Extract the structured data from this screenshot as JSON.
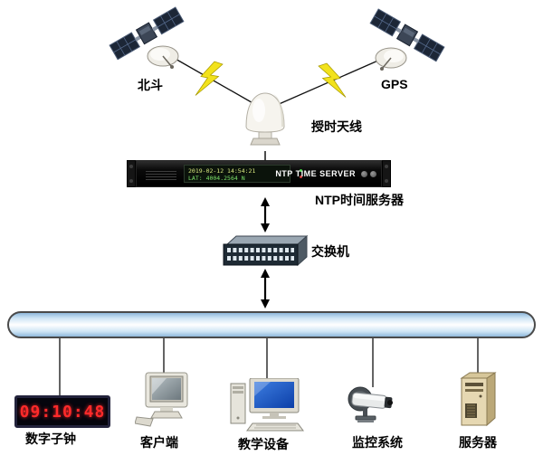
{
  "diagram": {
    "beidou": {
      "label": "北斗"
    },
    "gps": {
      "label": "GPS"
    },
    "antenna": {
      "label": "授时天线"
    },
    "ntp_server": {
      "label": "NTP时间服务器",
      "device_name": "NTP TIME SERVER",
      "display_line1": "2019-02-12 14:54:21",
      "display_line2": "LAT: 4004.2564 N"
    },
    "switch": {
      "label": "交换机"
    },
    "devices": [
      {
        "label": "数字子钟",
        "time": "09:10:48"
      },
      {
        "label": "客户端"
      },
      {
        "label": "教学设备"
      },
      {
        "label": "监控系统"
      },
      {
        "label": "服务器"
      }
    ],
    "colors": {
      "lightning": "#f2e21c",
      "clock_digits": "#ff2a2a",
      "bus_fill": "#bcd9ef"
    }
  }
}
